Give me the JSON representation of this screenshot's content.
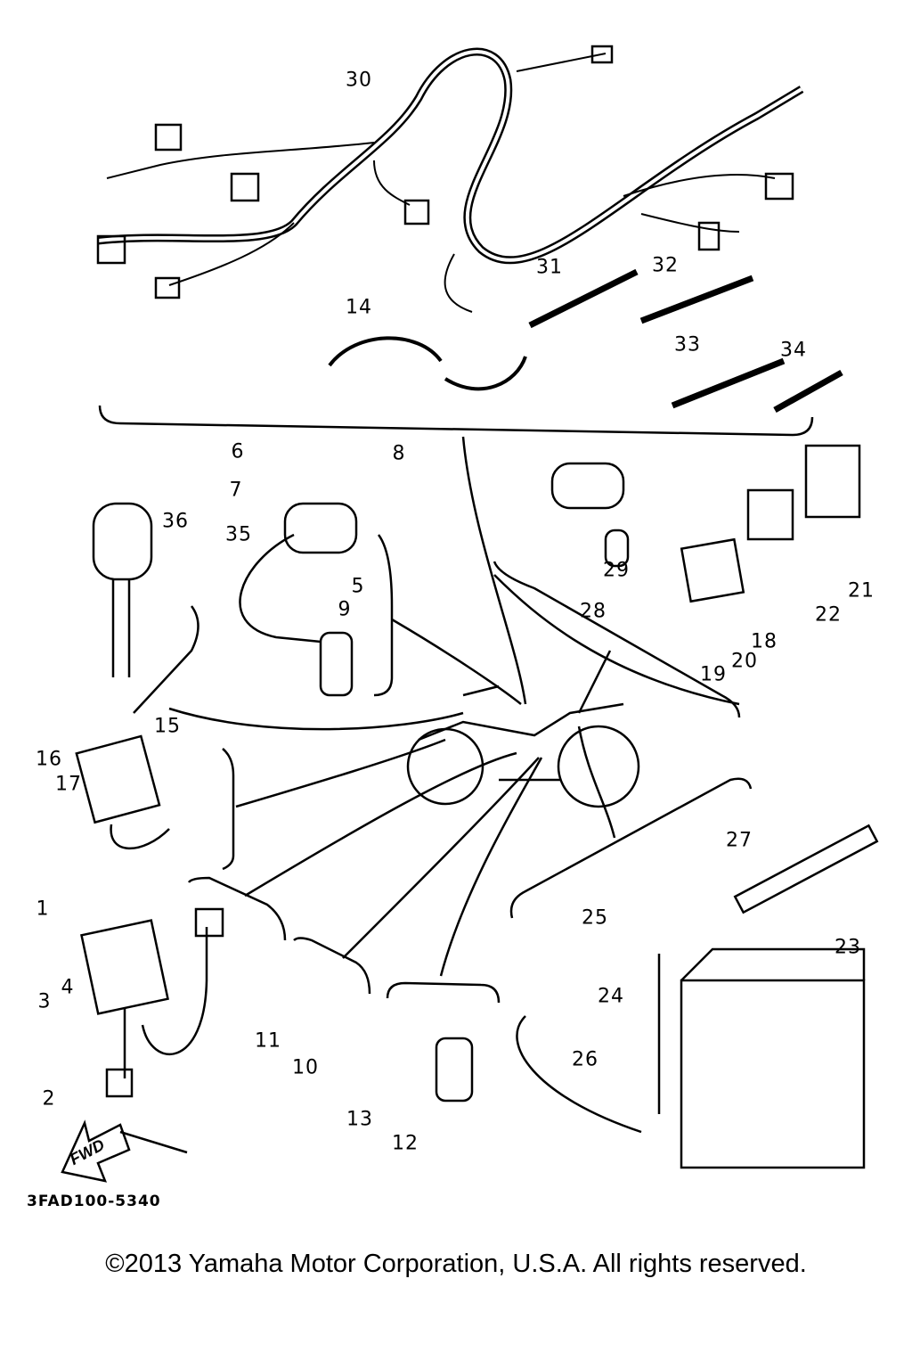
{
  "diagram": {
    "callouts": [
      "1",
      "2",
      "3",
      "4",
      "5",
      "6",
      "7",
      "8",
      "9",
      "10",
      "11",
      "12",
      "13",
      "14",
      "15",
      "16",
      "17",
      "18",
      "19",
      "20",
      "21",
      "22",
      "23",
      "24",
      "25",
      "26",
      "27",
      "28",
      "29",
      "30",
      "31",
      "32",
      "33",
      "34",
      "35",
      "36"
    ],
    "fwd_label": "FWD",
    "drawing_code": "3FAD100-5340",
    "line_color": "#000000"
  },
  "footer": {
    "copyright": "©2013 Yamaha Motor Corporation, U.S.A. All rights reserved."
  }
}
